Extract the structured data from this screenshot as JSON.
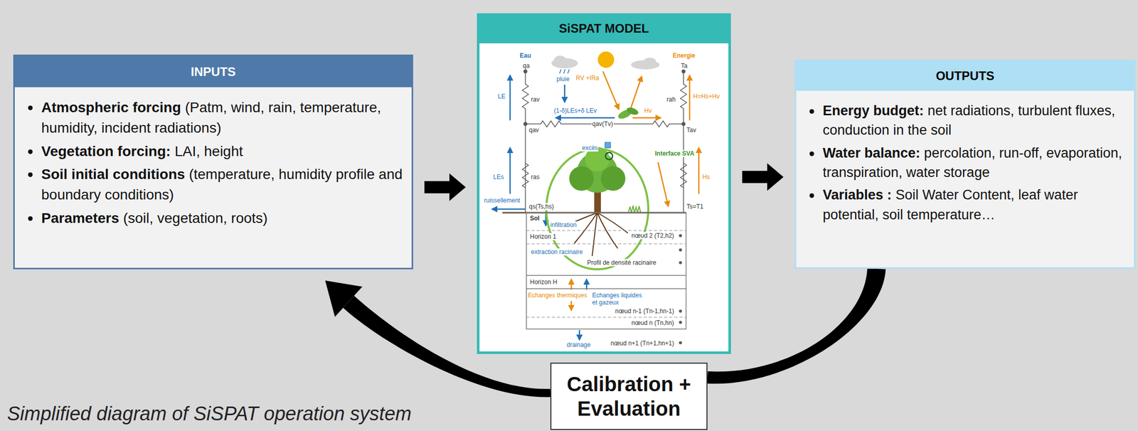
{
  "diagram": {
    "caption": "Simplified diagram of SiSPAT operation system",
    "nodes": [
      {
        "text": [
          "INPUTS",
          "Atmospheric forcing",
          "(Patm, wind, rain, temperature, humidity, incident radiations)",
          "Vegetation forcing:",
          "LAI, height",
          "Soil initial conditions",
          "(temperature, humidity profile and boundary conditions)",
          "Parameters",
          "(soil, vegetation, roots)"
        ]
      },
      {
        "text": [
          "SiSPAT MODEL"
        ]
      },
      {
        "text": [
          "OUTPUTS",
          "Energy budget:",
          "net radiations, turbulent fluxes, conduction in the soil",
          "Water balance:",
          "percolation, run-off, evaporation, transpiration, water storage",
          "Variables :",
          "Soil Water Content, leaf water potential, soil temperature…"
        ]
      },
      {
        "text": [
          "Calibration + Evaluation"
        ]
      }
    ],
    "edges": [
      {
        "from": 0,
        "to": 1,
        "arrow": "to"
      },
      {
        "from": 1,
        "to": 2,
        "arrow": "to"
      },
      {
        "from": 2,
        "to": 3,
        "arrow": "none"
      },
      {
        "from": 3,
        "to": 0,
        "arrow": "to"
      }
    ],
    "labels": [
      "Eau",
      "qa",
      "Energie",
      "Ta",
      "pluie",
      "RV +IRa",
      "LE",
      "rav",
      "rah",
      "H=Hs+Hv",
      "(1-δ)LEs+δ LEv",
      "Hv",
      "qav(Tv)",
      "qav",
      "Tav",
      "excès",
      "Interface SVA",
      "LEs",
      "ras",
      "Hs",
      "ruissellement",
      "qs(Ts,hs)",
      "Ts=T1",
      "Sol",
      "infiltration",
      "Horizon 1",
      "nœud 2 (T2,h2)",
      "extraction racinaire",
      "Profil de densité racinaire",
      "Horizon H",
      "Echanges thermiques",
      "Echanges liquides et gazeux",
      "nœud n-1 (Tn-1,hn-1)",
      "nœud n (Tn,hn)",
      "drainage",
      "nœud n+1 (Tn+1,hn+1)"
    ]
  }
}
